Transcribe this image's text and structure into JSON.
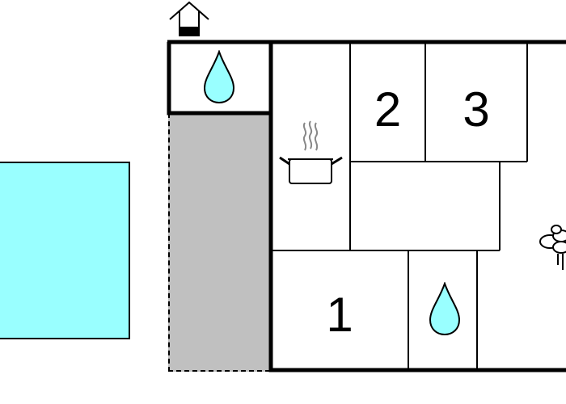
{
  "floorplan": {
    "rooms": {
      "bedroom_1": {
        "label": "1"
      },
      "bedroom_2": {
        "label": "2"
      },
      "bedroom_3": {
        "label": "3"
      }
    },
    "icons": {
      "entrance": "house-entrance-icon",
      "bathroom": "water-drop-icon",
      "kitchen": "cooking-pot-icon",
      "living": "table-chairs-icon"
    },
    "colors": {
      "pool": "#99FFFF",
      "terrace": "#C0C0C0",
      "water_drop": "#99FFFF",
      "walls": "#000000"
    }
  }
}
